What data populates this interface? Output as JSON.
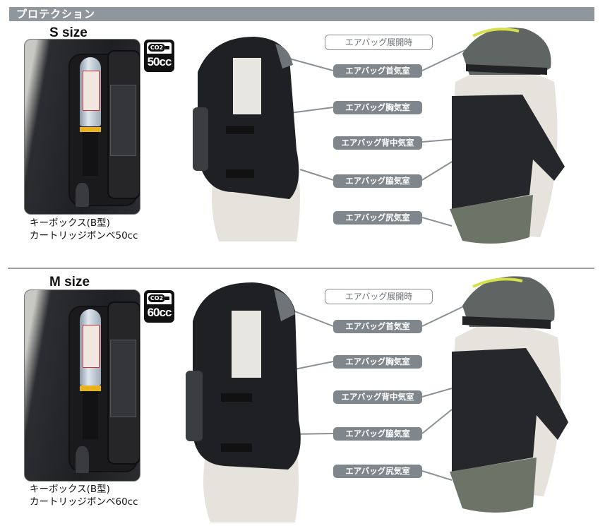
{
  "header": {
    "title": "プロテクション"
  },
  "colors": {
    "header_bar": "#8f979c",
    "label_fill": "#80878c",
    "outline_border": "#8a8f93",
    "divider": "#9aa0a4"
  },
  "sections": [
    {
      "size_title": "S size",
      "co2_badge": {
        "gas": "CO2",
        "volume": "50cc"
      },
      "caption_line1": "キーボックス(B型)",
      "caption_line2": "カートリッジボンベ50cc",
      "deployed_label": "エアバッグ展開時",
      "callouts": [
        "エアバッグ首気室",
        "エアバッグ胸気室",
        "エアバッグ背中気室",
        "エアバッグ脇気室",
        "エアバッグ尻気室"
      ]
    },
    {
      "size_title": "M size",
      "co2_badge": {
        "gas": "CO2",
        "volume": "60cc"
      },
      "caption_line1": "キーボックス(B型)",
      "caption_line2": "カートリッジボンベ60cc",
      "deployed_label": "エアバッグ展開時",
      "callouts": [
        "エアバッグ首気室",
        "エアバッグ胸気室",
        "エアバッグ背中気室",
        "エアバッグ脇気室",
        "エアバッグ尻気室"
      ]
    }
  ]
}
